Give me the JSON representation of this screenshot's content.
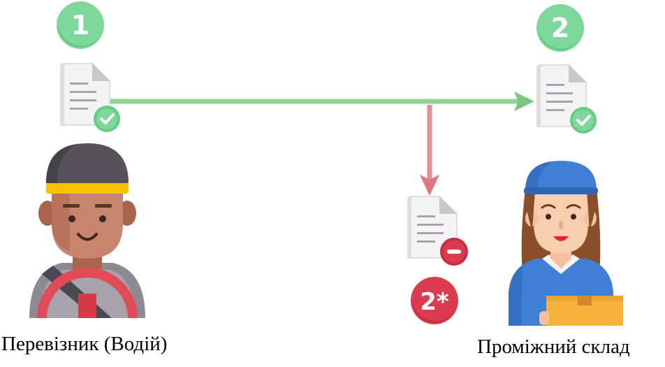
{
  "steps": {
    "step1": "1",
    "step2": "2",
    "step2_alt": "2*"
  },
  "actors": {
    "carrier_label": "Перевізник (Водій)",
    "warehouse_label": "Проміжний склад"
  },
  "colors": {
    "success_green": "#7ed89c",
    "arrow_green": "#8fd196",
    "error_red": "#dc3a4d",
    "arrow_red": "#e48e94",
    "document": "#f2f2f3",
    "document_lines": "#a9a3ad"
  },
  "icons": {
    "doc_approved": "document-check-icon",
    "doc_rejected": "document-minus-icon",
    "driver": "driver-avatar-icon",
    "warehouse_worker": "warehouse-worker-avatar-icon"
  }
}
